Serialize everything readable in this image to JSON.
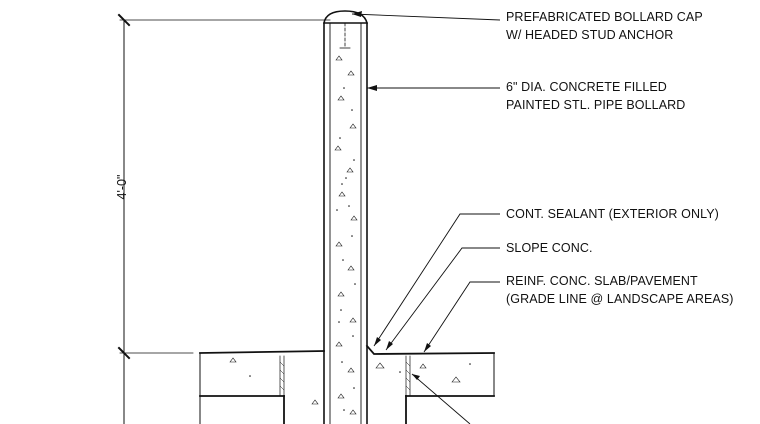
{
  "callouts": {
    "bollard_cap": [
      "PREFABRICATED BOLLARD CAP",
      "W/ HEADED STUD ANCHOR"
    ],
    "pipe_bollard": [
      "6\" DIA. CONCRETE FILLED",
      "PAINTED STL. PIPE BOLLARD"
    ],
    "sealant": [
      "CONT. SEALANT (EXTERIOR ONLY)"
    ],
    "slope": [
      "SLOPE CONC."
    ],
    "slab": [
      "REINF. CONC. SLAB/PAVEMENT",
      "(GRADE LINE @ LANDSCAPE AREAS)"
    ]
  },
  "dimension": {
    "height_label": "4'-0\""
  },
  "colors": {
    "ink": "#111111",
    "background": "#ffffff"
  }
}
